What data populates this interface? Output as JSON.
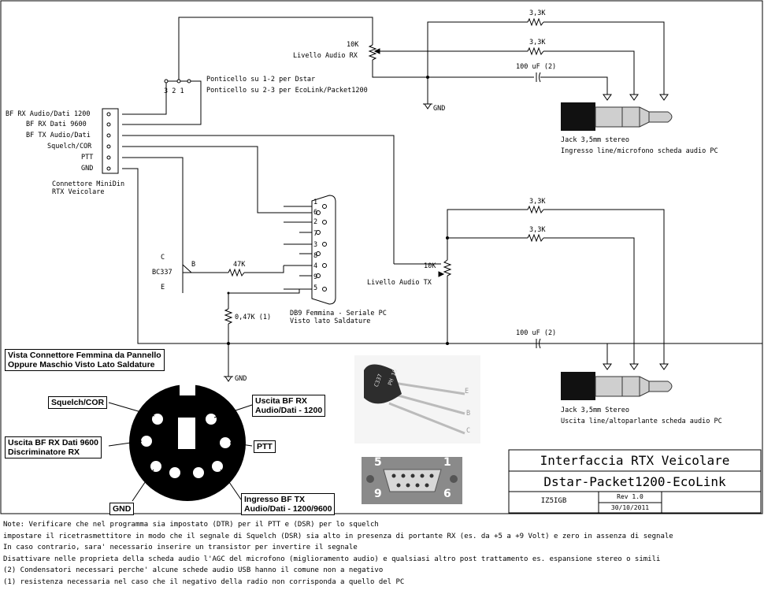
{
  "labels": {
    "res_3k3_a": "3,3K",
    "res_3k3_b": "3,3K",
    "pot_rx_value": "10K",
    "pot_rx_name": "Livello Audio RX",
    "cap_rx": "100 uF (2)",
    "gnd_top": "GND",
    "jumper_pins": "3 2 1",
    "jumper_note1": "Ponticello su 1-2 per Dstar",
    "jumper_note2": "Ponticello su 2-3 per EcoLink/Packet1200",
    "jack_in_title": "Jack 3,5mm stereo",
    "jack_in_desc": "Ingresso line/microfono scheda audio PC",
    "md_pin_bfrx1200": "BF RX Audio/Dati 1200",
    "md_pin_bfrx9600": "BF RX  Dati 9600",
    "md_pin_bftx": "BF TX Audio/Dati",
    "md_pin_sq": "Squelch/COR",
    "md_pin_ptt": "PTT",
    "md_pin_gnd": "GND",
    "minidin_name1": "Connettore MiniDin",
    "minidin_name2": "RTX Veicolare",
    "res_3k3_c": "3,3K",
    "res_3k3_d": "3,3K",
    "pot_tx_value": "10K",
    "pot_tx_name": "Livello Audio TX",
    "res_47k": "47K",
    "tr_c": "C",
    "tr_b": "B",
    "tr_e": "E",
    "tr_name": "BC337",
    "res_047k": "0,47K (1)",
    "db9_name1": "DB9 Femmina - Seriale PC",
    "db9_name2": "Visto lato Saldature",
    "gnd_mid": "GND",
    "cap_tx": "100 uF (2)",
    "jack_out_title": "Jack 3,5mm Stereo",
    "jack_out_desc": "Uscita line/altoparlante scheda audio PC",
    "db9_pins": [
      "1",
      "6",
      "2",
      "7",
      "3",
      "8",
      "4",
      "9",
      "5"
    ],
    "vista_line1": "Vista Connettore Femmina da Pannello",
    "vista_line2": "Oppure Maschio Visto Lato Saldature",
    "conn_squelch": "Squelch/COR",
    "conn_uscita_rx_1": "Uscita BF RX",
    "conn_uscita_rx_2": "Audio/Dati - 1200",
    "conn_9600_1": "Uscita BF RX Dati 9600",
    "conn_9600_2": "Discriminatore RX",
    "conn_ptt": "PTT",
    "conn_gnd": "GND",
    "conn_tx_1": "Ingresso BF TX",
    "conn_tx_2": "Audio/Dati - 1200/9600",
    "photo_tr_code1": "C337",
    "photo_tr_code2": "PH 16",
    "photo_tr_e": "E",
    "photo_tr_b": "B",
    "photo_tr_c": "C",
    "photo_db9_5": "5",
    "photo_db9_1": "1",
    "photo_db9_9": "9",
    "photo_db9_6": "6"
  },
  "title_block": {
    "title": "Interfaccia RTX Veicolare",
    "subtitle": "Dstar-Packet1200-EcoLink",
    "author": "IZ5IGB",
    "rev": "Rev 1.0",
    "date": "30/10/2011"
  },
  "notes": [
    "Note: Verificare che nel programma sia impostato (DTR)  per il PTT e (DSR) per lo squelch",
    "impostare il ricetrasmettitore in modo che il segnale di Squelch (DSR) sia alto in presenza di portante RX (es. da +5 a +9 Volt) e zero in assenza di segnale",
    "In caso contrario, sara' necessario inserire un transistor per invertire il segnale",
    "Disattivare nelle proprieta della scheda audio l'AGC del microfono (miglioramento audio) e qualsiasi altro post trattamento es. espansione stereo o simili",
    "(2) Condensatori necessari perche' alcune schede audio USB hanno il comune non a negativo",
    "(1) resistenza necessaria nel caso che il negativo della radio non corrisponda a quello del PC"
  ]
}
